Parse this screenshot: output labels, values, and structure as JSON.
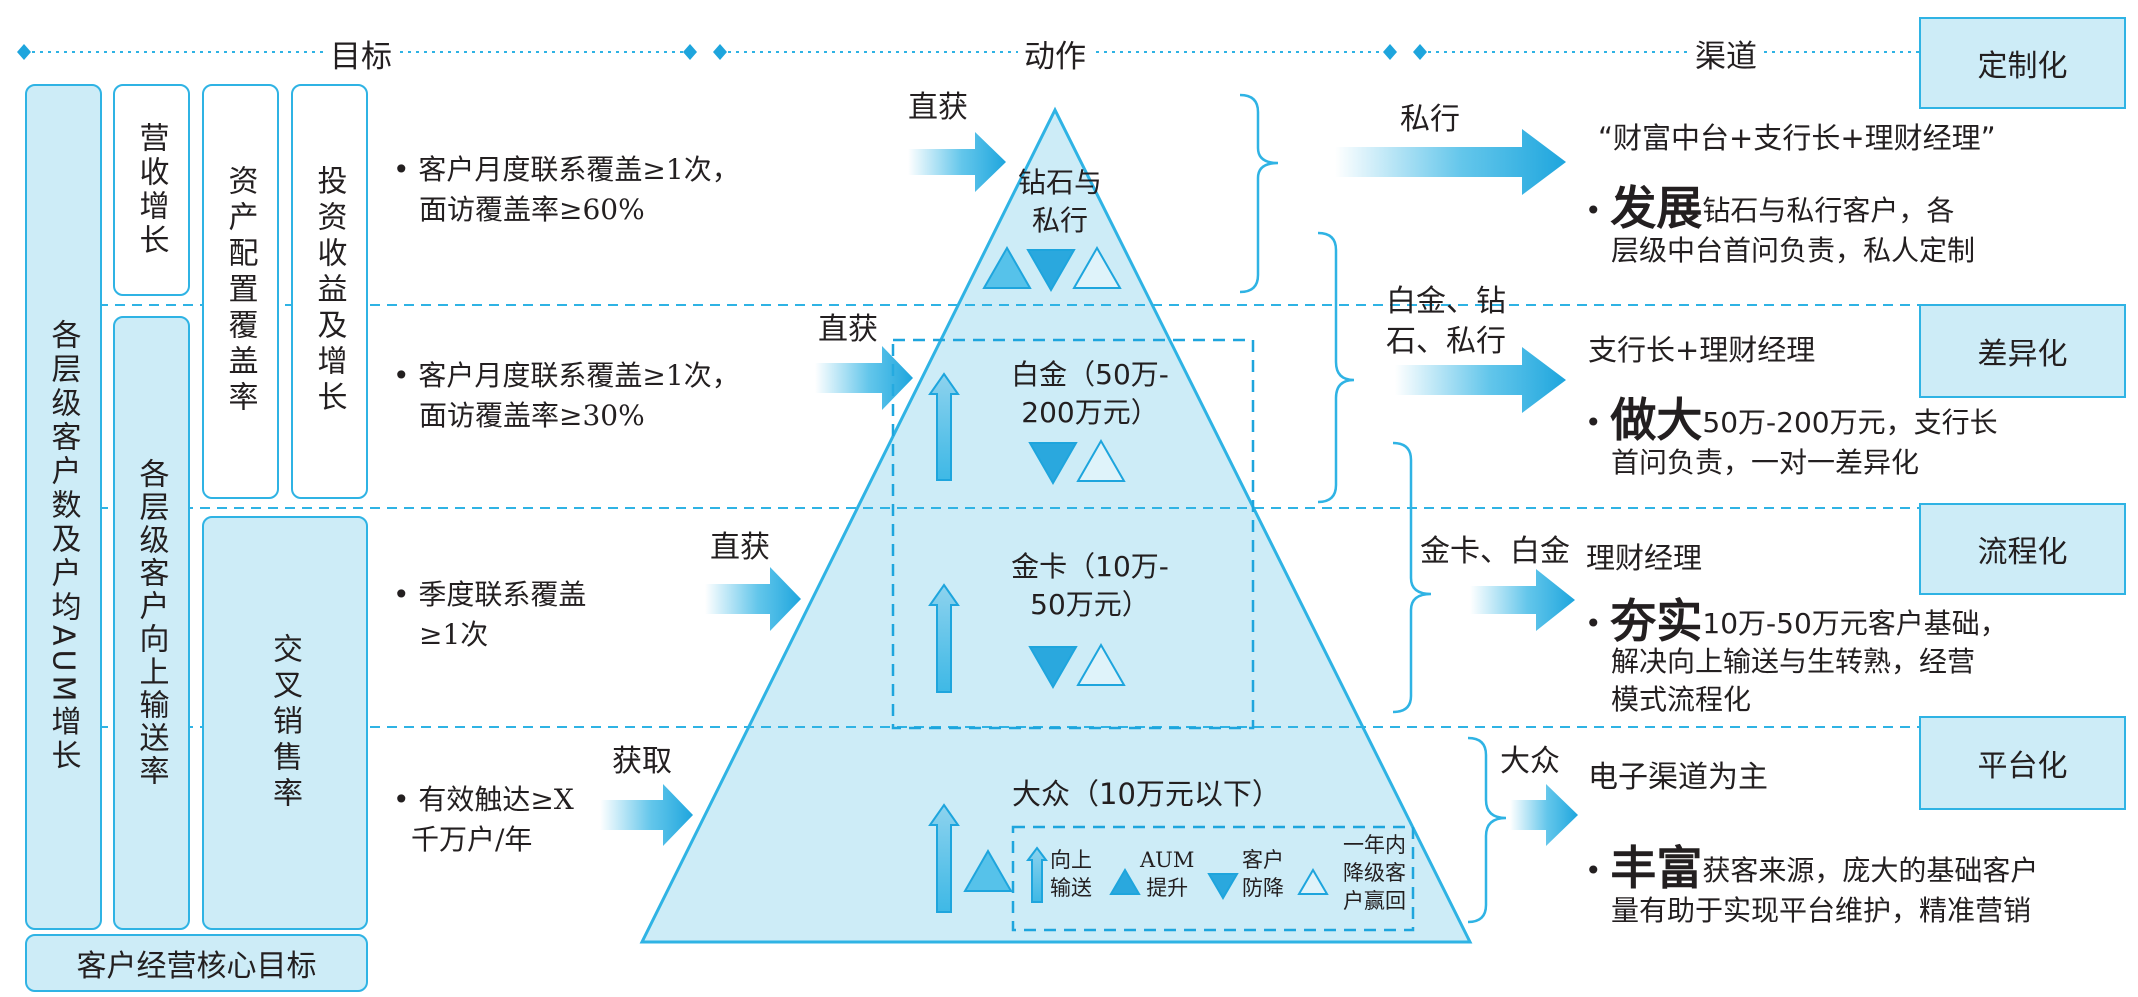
{
  "headers": {
    "goal": "目标",
    "action": "动作",
    "channel": "渠道"
  },
  "goals": {
    "col1": "各层级客户数及户均AUM增长",
    "revenue": "营收增长",
    "asset_alloc": "资产配置覆盖率",
    "invest_return": "投资收益及增长",
    "upward": "各层级客户向上输送率",
    "cross_sell": "交叉销售率",
    "core": "客户经营核心目标"
  },
  "kpis": [
    {
      "line1": "• 客户月度联系覆盖≥1次，",
      "line2": "面访覆盖率≥60%"
    },
    {
      "line1": "• 客户月度联系覆盖≥1次，",
      "line2": "面访覆盖率≥30%"
    },
    {
      "line1": "• 季度联系覆盖",
      "line2": "≥1次"
    },
    {
      "line1": "• 有效触达≥X",
      "line2": "千万户/年"
    }
  ],
  "acquire": [
    "直获",
    "直获",
    "直获",
    "获取"
  ],
  "pyramid": {
    "tier1_l1": "钻石与",
    "tier1_l2": "私行",
    "tier2_l1": "白金（50万-",
    "tier2_l2": "200万元）",
    "tier3_l1": "金卡（10万-",
    "tier3_l2": "50万元）",
    "tier4": "大众（10万元以下）"
  },
  "legend": {
    "up_l1": "向上",
    "up_l2": "输送",
    "aum_l1": "AUM",
    "aum_l2": "提升",
    "down_l1": "客户",
    "down_l2": "防降",
    "win_l1": "一年内",
    "win_l2": "降级客",
    "win_l3": "户赢回"
  },
  "segments": {
    "s1": "私行",
    "s2_l1": "白金、钻",
    "s2_l2": "石、私行",
    "s3": "金卡、白金",
    "s4": "大众"
  },
  "channels": [
    {
      "title": "“财富中台+支行长+理财经理”",
      "key": "发展",
      "l1": "钻石与私行客户，各",
      "l2": "层级中台首问负责，私人定制"
    },
    {
      "title": "支行长+理财经理",
      "key": "做大",
      "l1": "50万-200万元，支行长",
      "l2": "首问负责，一对一差异化"
    },
    {
      "title": "理财经理",
      "key": "夯实",
      "l1": "10万-50万元客户基础，",
      "l2": "解决向上输送与生转熟，经营",
      "l3": "模式流程化"
    },
    {
      "title": "电子渠道为主",
      "key": "丰富",
      "l1": "获客来源，庞大的基础客户",
      "l2": "量有助于实现平台维护，精准营销"
    }
  ],
  "tags": [
    "定制化",
    "差异化",
    "流程化",
    "平台化"
  ],
  "colors": {
    "accent": "#2fb3e4",
    "fill": "#cdecf7",
    "dark": "#1a9fd8"
  }
}
